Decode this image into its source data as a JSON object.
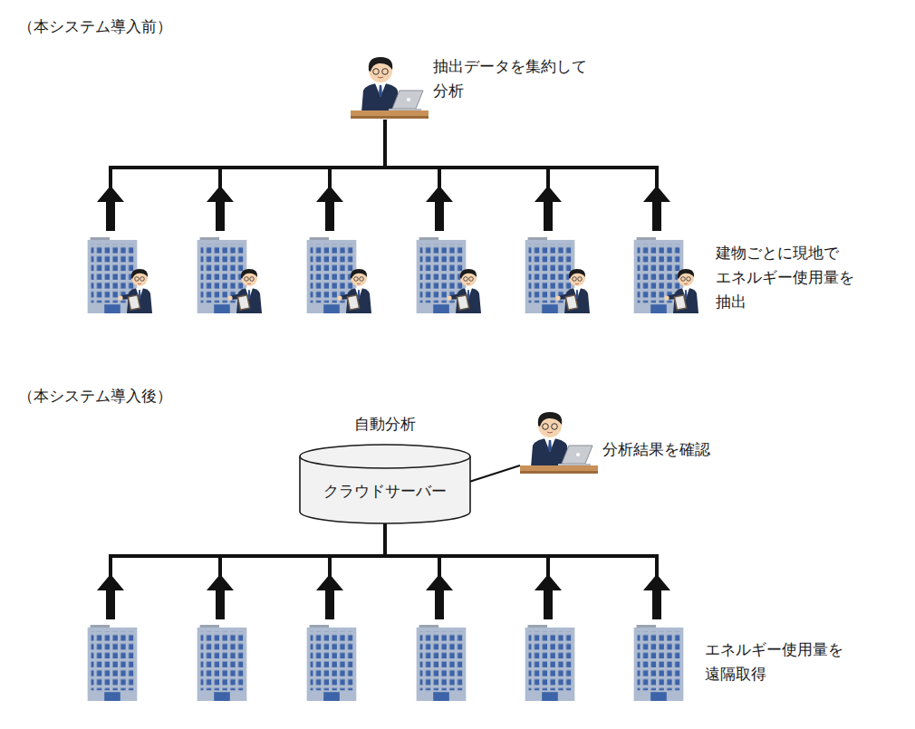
{
  "diagram": {
    "nodes": [
      {
        "text": [
          "自動分析",
          "クラウドサーバー"
        ]
      }
    ],
    "labels": [
      "（本システム導入前）",
      "抽出データを集約して 分析",
      "建物ごとに現地で エネルギー使用量を 抽出",
      "（本システム導入後）",
      "分析結果を確認",
      "エネルギー使用量を 遠隔取得"
    ]
  }
}
